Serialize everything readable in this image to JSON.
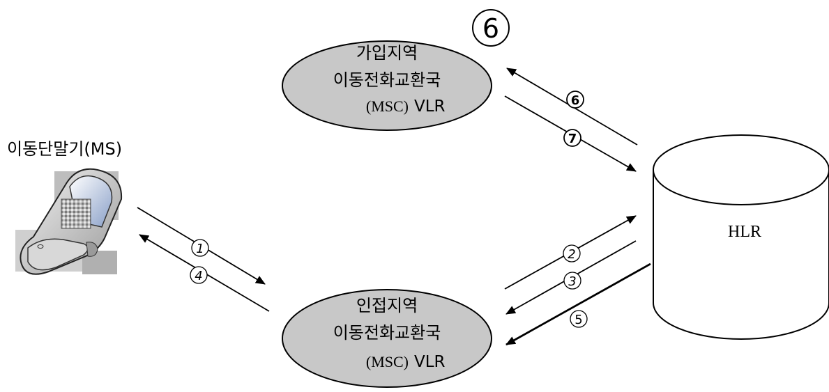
{
  "mobile": {
    "label": "이동단말기(MS)"
  },
  "home_msc": {
    "line1": "가입지역",
    "line2": "이동전화교환국",
    "line3a": "(MSC)",
    "line3b": "VLR",
    "marker": "6"
  },
  "visited_msc": {
    "line1": "인접지역",
    "line2": "이동전화교환국",
    "line3a": "(MSC)",
    "line3b": "VLR"
  },
  "hlr": {
    "label": "HLR"
  },
  "steps": {
    "s1": "1",
    "s2": "2",
    "s3": "3",
    "s4": "4",
    "s5": "5",
    "s6": "6",
    "s7": "7"
  },
  "colors": {
    "ellipse_fill": "#c8c8c8",
    "line": "#000000",
    "background": "#ffffff"
  }
}
